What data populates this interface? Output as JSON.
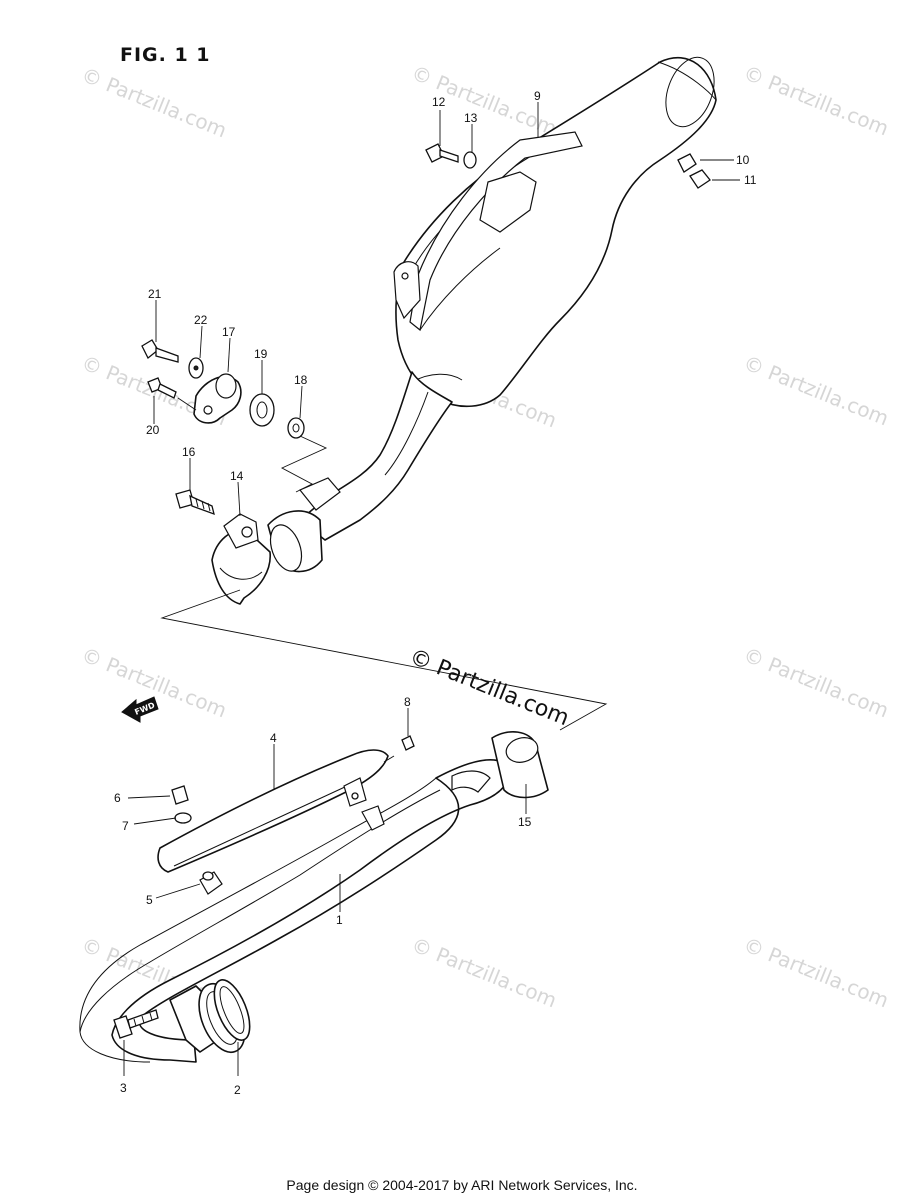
{
  "figure": {
    "title": "FIG. 1 1",
    "footer": "Page design © 2004-2017 by ARI Network Services, Inc."
  },
  "watermark": {
    "repeated_text": "© Partzilla.com",
    "center_text": "© Partzilla.com"
  },
  "direction_arrow": {
    "label": "FWD"
  },
  "callouts": [
    {
      "id": "c1",
      "label": "1"
    },
    {
      "id": "c2",
      "label": "2"
    },
    {
      "id": "c3",
      "label": "3"
    },
    {
      "id": "c4",
      "label": "4"
    },
    {
      "id": "c5",
      "label": "5"
    },
    {
      "id": "c6",
      "label": "6"
    },
    {
      "id": "c7",
      "label": "7"
    },
    {
      "id": "c8",
      "label": "8"
    },
    {
      "id": "c9",
      "label": "9"
    },
    {
      "id": "c10",
      "label": "10"
    },
    {
      "id": "c11",
      "label": "11"
    },
    {
      "id": "c12",
      "label": "12"
    },
    {
      "id": "c13",
      "label": "13"
    },
    {
      "id": "c14",
      "label": "14"
    },
    {
      "id": "c15",
      "label": "15"
    },
    {
      "id": "c16",
      "label": "16"
    },
    {
      "id": "c17",
      "label": "17"
    },
    {
      "id": "c18",
      "label": "18"
    },
    {
      "id": "c19",
      "label": "19"
    },
    {
      "id": "c20",
      "label": "20"
    },
    {
      "id": "c21",
      "label": "21"
    },
    {
      "id": "c22",
      "label": "22"
    }
  ]
}
